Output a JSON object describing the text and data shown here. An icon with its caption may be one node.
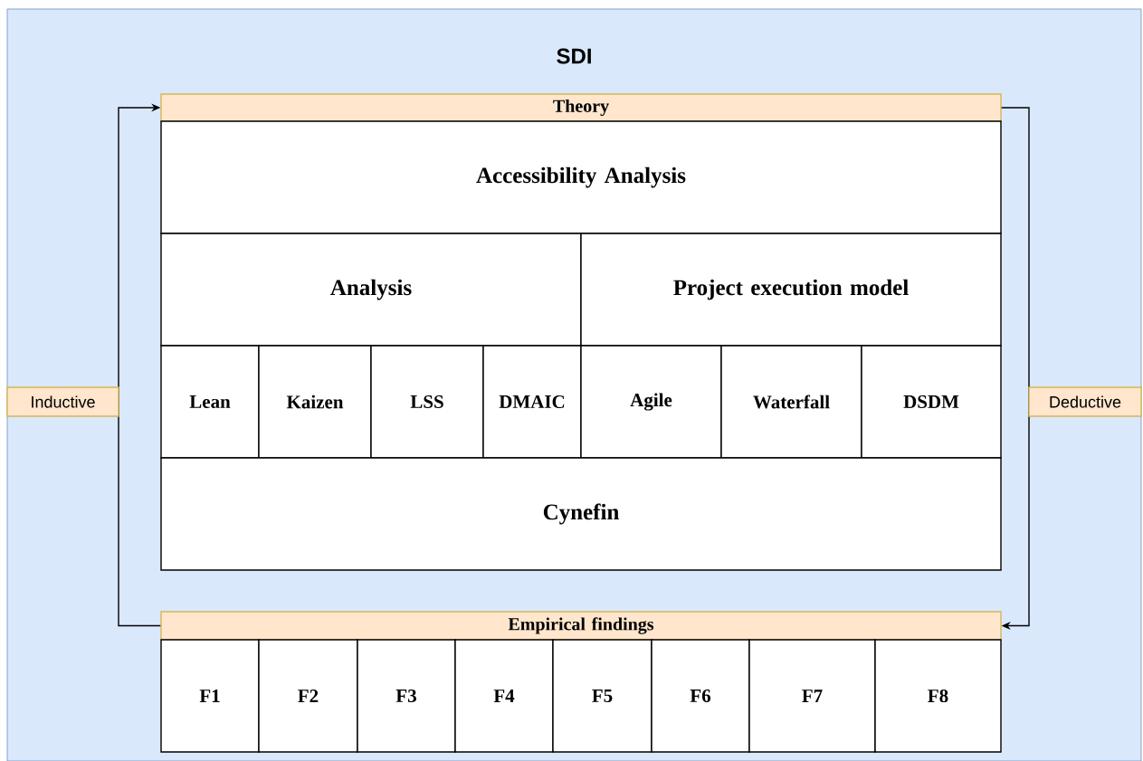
{
  "diagram": {
    "nodes": [
      {
        "text": [
          "SDI"
        ]
      },
      {
        "text": [
          "Theory"
        ],
        "in": 0
      },
      {
        "text": [
          "Accessibility Analysis"
        ],
        "in": 0
      },
      {
        "text": [
          "Analysis"
        ],
        "in": 0
      },
      {
        "text": [
          "Project execution model"
        ],
        "in": 0
      },
      {
        "text": [
          "Lean"
        ],
        "in": 0
      },
      {
        "text": [
          "Kaizen"
        ],
        "in": 0
      },
      {
        "text": [
          "LSS"
        ],
        "in": 0
      },
      {
        "text": [
          "DMAIC"
        ],
        "in": 0
      },
      {
        "text": [
          "Agile"
        ],
        "in": 0
      },
      {
        "text": [
          "Waterfall"
        ],
        "in": 0
      },
      {
        "text": [
          "DSDM"
        ],
        "in": 0
      },
      {
        "text": [
          "Cynefin"
        ],
        "in": 0
      },
      {
        "text": [
          "Empirical findings"
        ],
        "in": 0
      },
      {
        "text": [
          "F1"
        ],
        "in": 0
      },
      {
        "text": [
          "F2"
        ],
        "in": 0
      },
      {
        "text": [
          "F3"
        ],
        "in": 0
      },
      {
        "text": [
          "F4"
        ],
        "in": 0
      },
      {
        "text": [
          "F5"
        ],
        "in": 0
      },
      {
        "text": [
          "F6"
        ],
        "in": 0
      },
      {
        "text": [
          "F7"
        ],
        "in": 0
      },
      {
        "text": [
          "F8"
        ],
        "in": 0
      }
    ],
    "edges": [
      {
        "from": 13,
        "to": 1,
        "arrow": "to",
        "label": "Inductive"
      },
      {
        "from": 1,
        "to": 13,
        "arrow": "to",
        "label": "Deductive"
      }
    ]
  }
}
